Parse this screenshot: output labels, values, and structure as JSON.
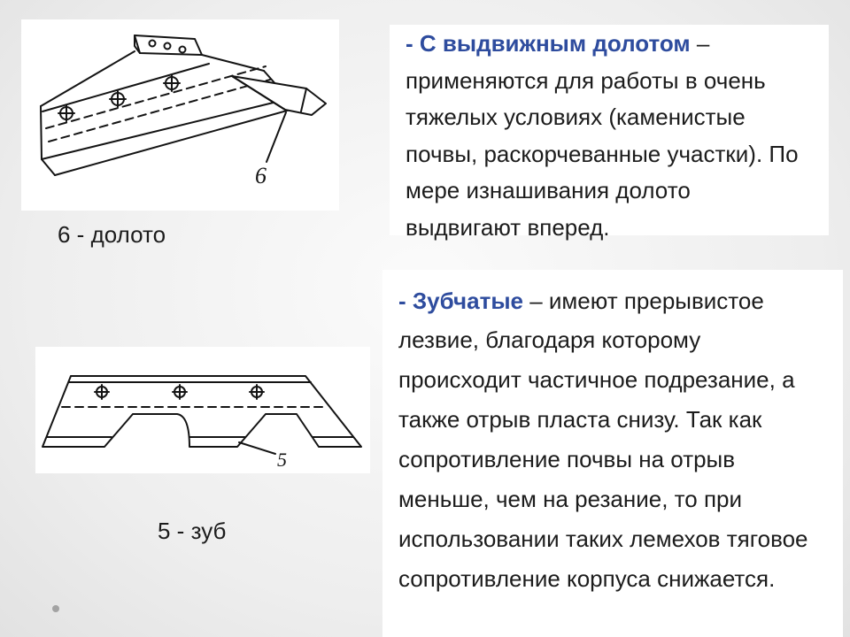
{
  "slide": {
    "accent_color": "#2e4c9e",
    "text_color": "#1c1c1c"
  },
  "figures": {
    "chisel": {
      "callout": "6",
      "caption": "6 - долото"
    },
    "tooth": {
      "callout": "5",
      "caption": "5 - зуб"
    }
  },
  "sections": {
    "chisel_share": {
      "title": "- С выдвижным долотом",
      "title_rest": " –",
      "lines": [
        "применяются для работы в очень",
        "тяжелых условиях (каменистые",
        "почвы, раскорчеванные участки). По",
        "мере изнашивания долото",
        "выдвигают вперед."
      ]
    },
    "toothed_share": {
      "title": "- Зубчатые",
      "title_rest": " – имеют прерывистое",
      "lines": [
        "лезвие, благодаря которому",
        "происходит частичное подрезание, а",
        "также отрыв пласта снизу. Так как",
        "сопротивление почвы на отрыв",
        "меньше, чем на резание, то при",
        "использовании таких лемехов тяговое",
        "сопротивление корпуса снижается."
      ]
    }
  },
  "decor": {
    "bullet_icon": "dot-icon"
  }
}
